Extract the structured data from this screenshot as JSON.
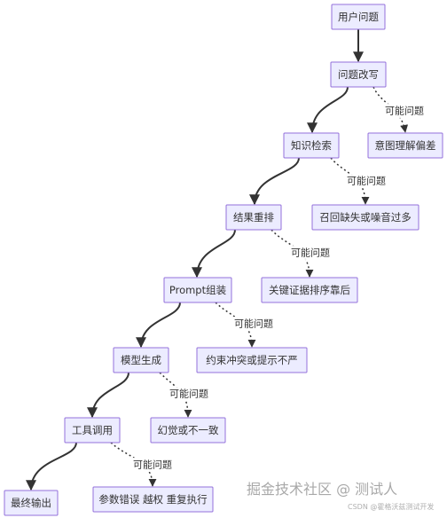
{
  "diagram": {
    "nodes": [
      {
        "id": "n1",
        "label": "用户问题"
      },
      {
        "id": "n2",
        "label": "问题改写"
      },
      {
        "id": "n3",
        "label": "知识检索"
      },
      {
        "id": "n4",
        "label": "结果重排"
      },
      {
        "id": "n5",
        "label": "Prompt组装"
      },
      {
        "id": "n6",
        "label": "模型生成"
      },
      {
        "id": "n7",
        "label": "工具调用"
      },
      {
        "id": "n8",
        "label": "最终输出"
      },
      {
        "id": "i1",
        "label": "意图理解偏差"
      },
      {
        "id": "i2",
        "label": "召回缺失或噪音过多"
      },
      {
        "id": "i3",
        "label": "关键证据排序靠后"
      },
      {
        "id": "i4",
        "label": "约束冲突或提示不严"
      },
      {
        "id": "i5",
        "label": "幻觉或不一致"
      },
      {
        "id": "i6",
        "label": "参数错误 越权 重复执行"
      }
    ],
    "edges": [
      {
        "from": "n1",
        "to": "n2",
        "style": "solid",
        "label": ""
      },
      {
        "from": "n2",
        "to": "n3",
        "style": "solid",
        "label": ""
      },
      {
        "from": "n3",
        "to": "n4",
        "style": "solid",
        "label": ""
      },
      {
        "from": "n4",
        "to": "n5",
        "style": "solid",
        "label": ""
      },
      {
        "from": "n5",
        "to": "n6",
        "style": "solid",
        "label": ""
      },
      {
        "from": "n6",
        "to": "n7",
        "style": "solid",
        "label": ""
      },
      {
        "from": "n7",
        "to": "n8",
        "style": "solid",
        "label": ""
      },
      {
        "from": "n2",
        "to": "i1",
        "style": "dotted",
        "label": "可能问题"
      },
      {
        "from": "n3",
        "to": "i2",
        "style": "dotted",
        "label": "可能问题"
      },
      {
        "from": "n4",
        "to": "i3",
        "style": "dotted",
        "label": "可能问题"
      },
      {
        "from": "n5",
        "to": "i4",
        "style": "dotted",
        "label": "可能问题"
      },
      {
        "from": "n6",
        "to": "i5",
        "style": "dotted",
        "label": "可能问题"
      },
      {
        "from": "n7",
        "to": "i6",
        "style": "dotted",
        "label": "可能问题"
      }
    ]
  },
  "watermark": {
    "main": "掘金技术社区 @ 测试人",
    "sub": "CSDN @霍格沃兹测试开发"
  },
  "colors": {
    "node_fill": "#ececff",
    "node_stroke": "#9370db",
    "edge": "#333333"
  }
}
